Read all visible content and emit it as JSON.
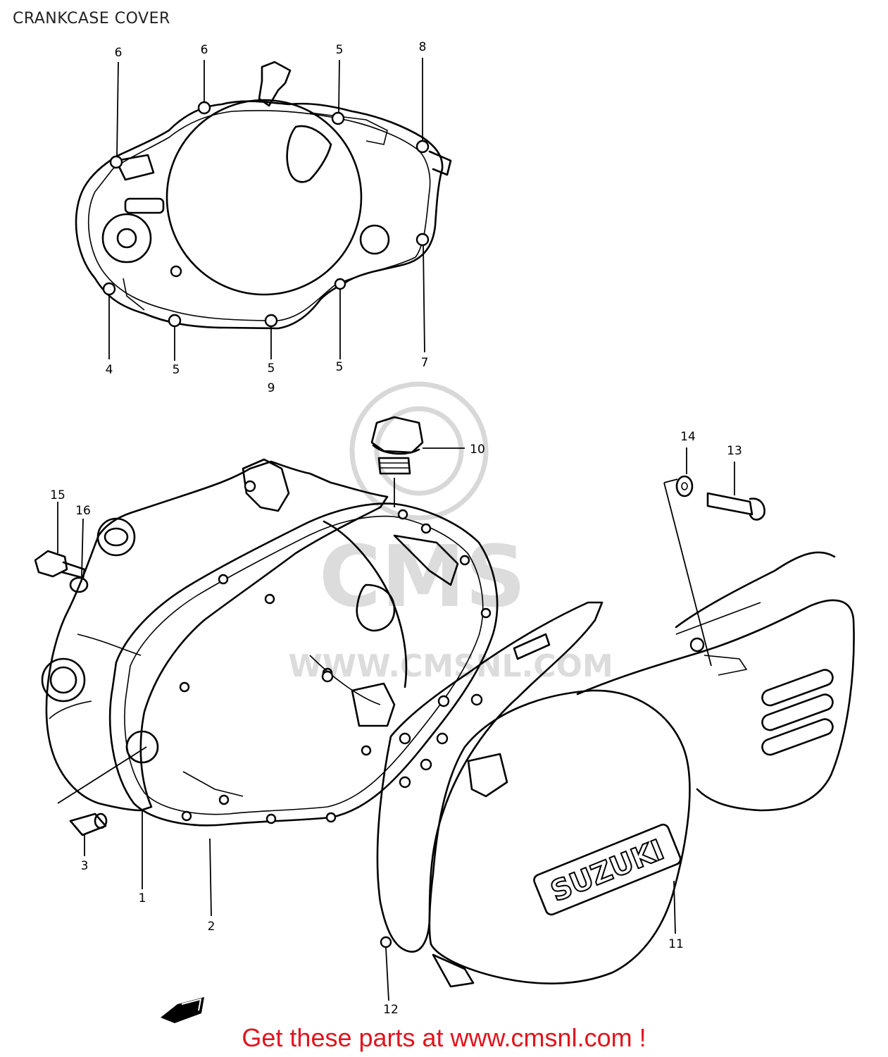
{
  "title": "CRANKCASE COVER",
  "watermark": {
    "brand": "CMS",
    "url": "WWW.CMSNL.COM"
  },
  "callouts": [
    {
      "id": "c1",
      "label": "6"
    },
    {
      "id": "c2",
      "label": "6"
    },
    {
      "id": "c3",
      "label": "5"
    },
    {
      "id": "c4",
      "label": "8"
    },
    {
      "id": "c5",
      "label": "4"
    },
    {
      "id": "c6",
      "label": "5"
    },
    {
      "id": "c7",
      "label": "5"
    },
    {
      "id": "c8",
      "label": "9"
    },
    {
      "id": "c9",
      "label": "5"
    },
    {
      "id": "c10",
      "label": "7"
    },
    {
      "id": "c11",
      "label": "10"
    },
    {
      "id": "c12",
      "label": "14"
    },
    {
      "id": "c13",
      "label": "13"
    },
    {
      "id": "c14",
      "label": "15"
    },
    {
      "id": "c15",
      "label": "16"
    },
    {
      "id": "c16",
      "label": "3"
    },
    {
      "id": "c17",
      "label": "1"
    },
    {
      "id": "c18",
      "label": "2"
    },
    {
      "id": "c19",
      "label": "11"
    },
    {
      "id": "c20",
      "label": "12"
    }
  ],
  "emblem_text": "SUZUKI",
  "footer": {
    "text": "Get these parts at www.cmsnl.com !"
  }
}
